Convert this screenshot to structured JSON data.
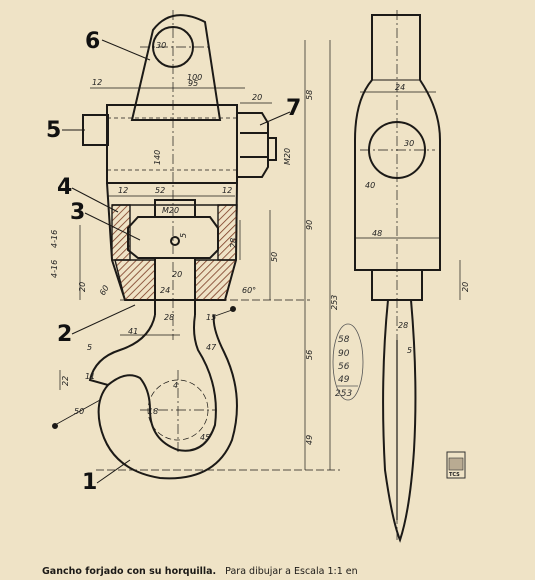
{
  "part_numbers": [
    "1",
    "2",
    "3",
    "4",
    "5",
    "6",
    "7"
  ],
  "dimensions": {
    "d30_top": "30",
    "d100": "100",
    "d12_left": "12",
    "d95": "95",
    "d20_top": "20",
    "d140": "140",
    "m20": "M20",
    "d12_a": "12",
    "d52": "52",
    "d12_b": "12",
    "m20_nut": "M20",
    "d5_nut": "5",
    "d28_mid": "28",
    "d4_16": "4-16",
    "d4_16b": "4-16",
    "d20_vert": "20",
    "d50": "50",
    "d20_small": "20",
    "d24": "24",
    "d60_left": "60",
    "d60_right": "60°",
    "d28_hook": "28",
    "d15": "15",
    "d41": "41",
    "d47": "47",
    "d22": "22",
    "d5": "5",
    "d11": "11",
    "d4": "4",
    "d50_hook": "50",
    "d18": "18",
    "d45": "45",
    "d58": "58",
    "d90": "90",
    "d253": "253",
    "d56": "56",
    "d49": "49",
    "side_24": "24",
    "side_30": "30",
    "side_40": "40",
    "side_48": "48",
    "side_20": "20",
    "side_28": "28",
    "side_5": "5"
  },
  "handwritten_sum": [
    "58",
    "90",
    "56",
    "49",
    "253"
  ],
  "stamp_text": "TCS",
  "caption": {
    "title": "Gancho forjado con su horquilla.",
    "subtitle": "Para dibujar a Escala 1:1 en"
  }
}
